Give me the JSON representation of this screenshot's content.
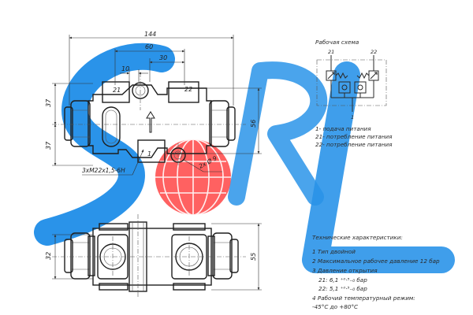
{
  "watermark": {
    "letters": [
      "S",
      "R",
      "L"
    ],
    "blue": "#1f8ee8",
    "red": "#ff3b3b"
  },
  "dimensions": {
    "overall_length": "144",
    "ports_span": "60",
    "half_span": "30",
    "offset": "10",
    "upper_height": "37",
    "lower_height": "37",
    "body_height": "56",
    "front_height": "32",
    "front_total": "55",
    "thread_callout": "3xM22x1,5-6H",
    "mount_hole": "2x Ø 9"
  },
  "ports": {
    "port_21": "21",
    "port_22": "22",
    "port_1": "1"
  },
  "scheme": {
    "title": "Рабочая схема",
    "p21": "21",
    "p22": "22",
    "p1": "1"
  },
  "legend": [
    "1- подача питания",
    "21- потребление питания",
    "22- потребление питания"
  ],
  "specs": {
    "title": "Технические характеристики:",
    "lines": [
      "1  Тип двойной",
      "2  Максимальное рабочее давление 12 бар",
      "3  Давление открытия",
      "21: 6,1 ⁺⁰·⁵₋₀ бар",
      "22: 5,1 ⁺⁰·⁵₋₀ бар",
      "4  Рабочий температурный режим:",
      "-45°С до +80°С"
    ]
  }
}
